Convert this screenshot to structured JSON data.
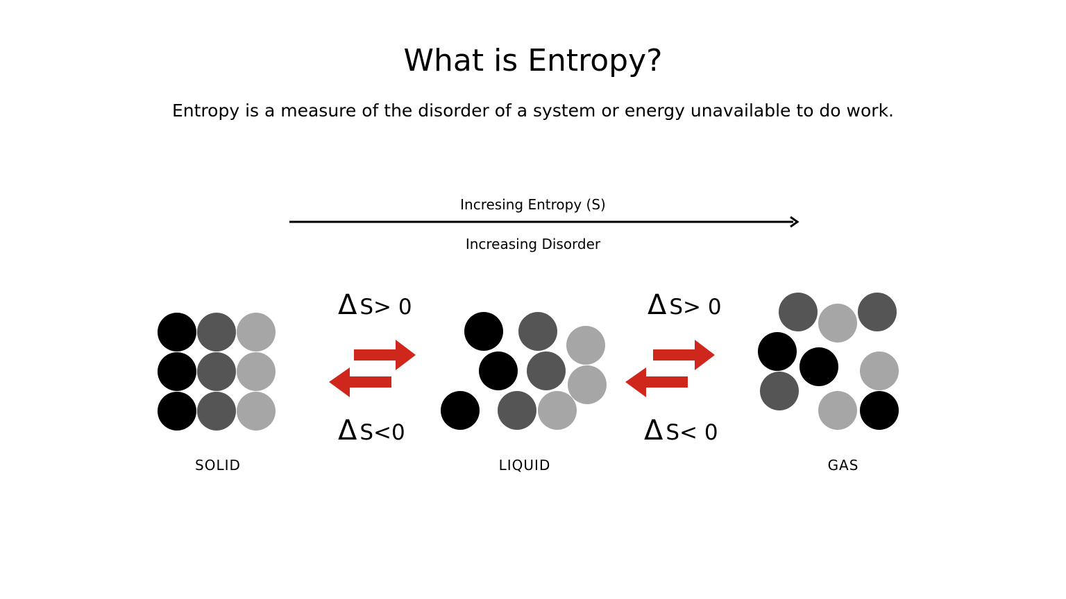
{
  "title": "What is Entropy?",
  "definition": "Entropy is a measure of the disorder of a system or energy unavailable to do work.",
  "axis": {
    "label_above": "Incresing Entropy (S)",
    "label_below": "Increasing Disorder"
  },
  "phases": {
    "solid": "SOLID",
    "liquid": "LIQUID",
    "gas": "GAS"
  },
  "transitions": {
    "solid_liquid": {
      "forward_symbol": "Δ",
      "forward_text": "S> 0",
      "reverse_symbol": "Δ",
      "reverse_text": "S<0"
    },
    "liquid_gas": {
      "forward_symbol": "Δ",
      "forward_text": "S> 0",
      "reverse_symbol": "Δ",
      "reverse_text": "S< 0"
    }
  },
  "colors": {
    "particle_dark": "#000000",
    "particle_mid": "#555555",
    "particle_light": "#a6a6a6",
    "arrow_red": "#d0271d",
    "axis_line": "#000000"
  }
}
